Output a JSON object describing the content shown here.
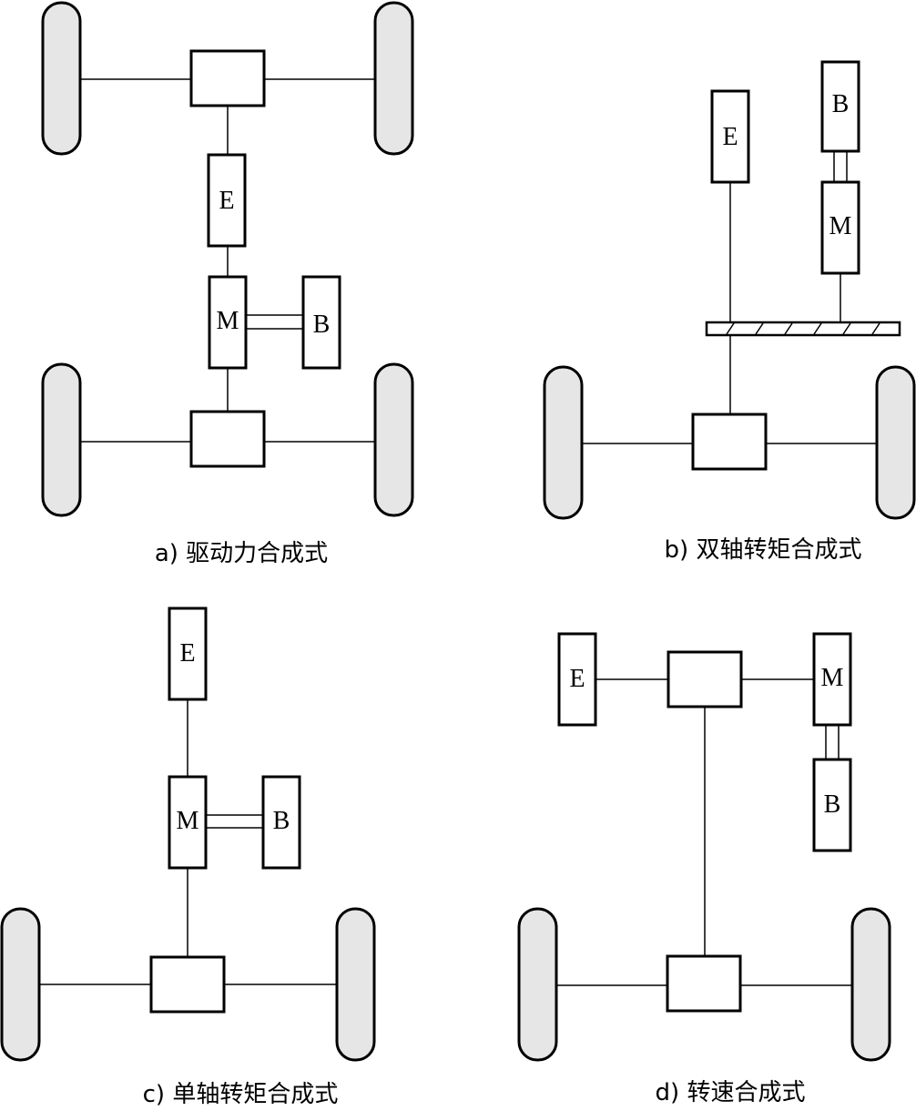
{
  "labels": {
    "engine": "E",
    "motor": "M",
    "battery": "B"
  },
  "captions": {
    "a": "a) 驱动力合成式",
    "b": "b) 双轴转矩合成式",
    "c": "c) 单轴转矩合成式",
    "d": "d) 转速合成式"
  },
  "colors": {
    "wheel_fill": "#e6e6e6",
    "stroke": "#000000"
  }
}
